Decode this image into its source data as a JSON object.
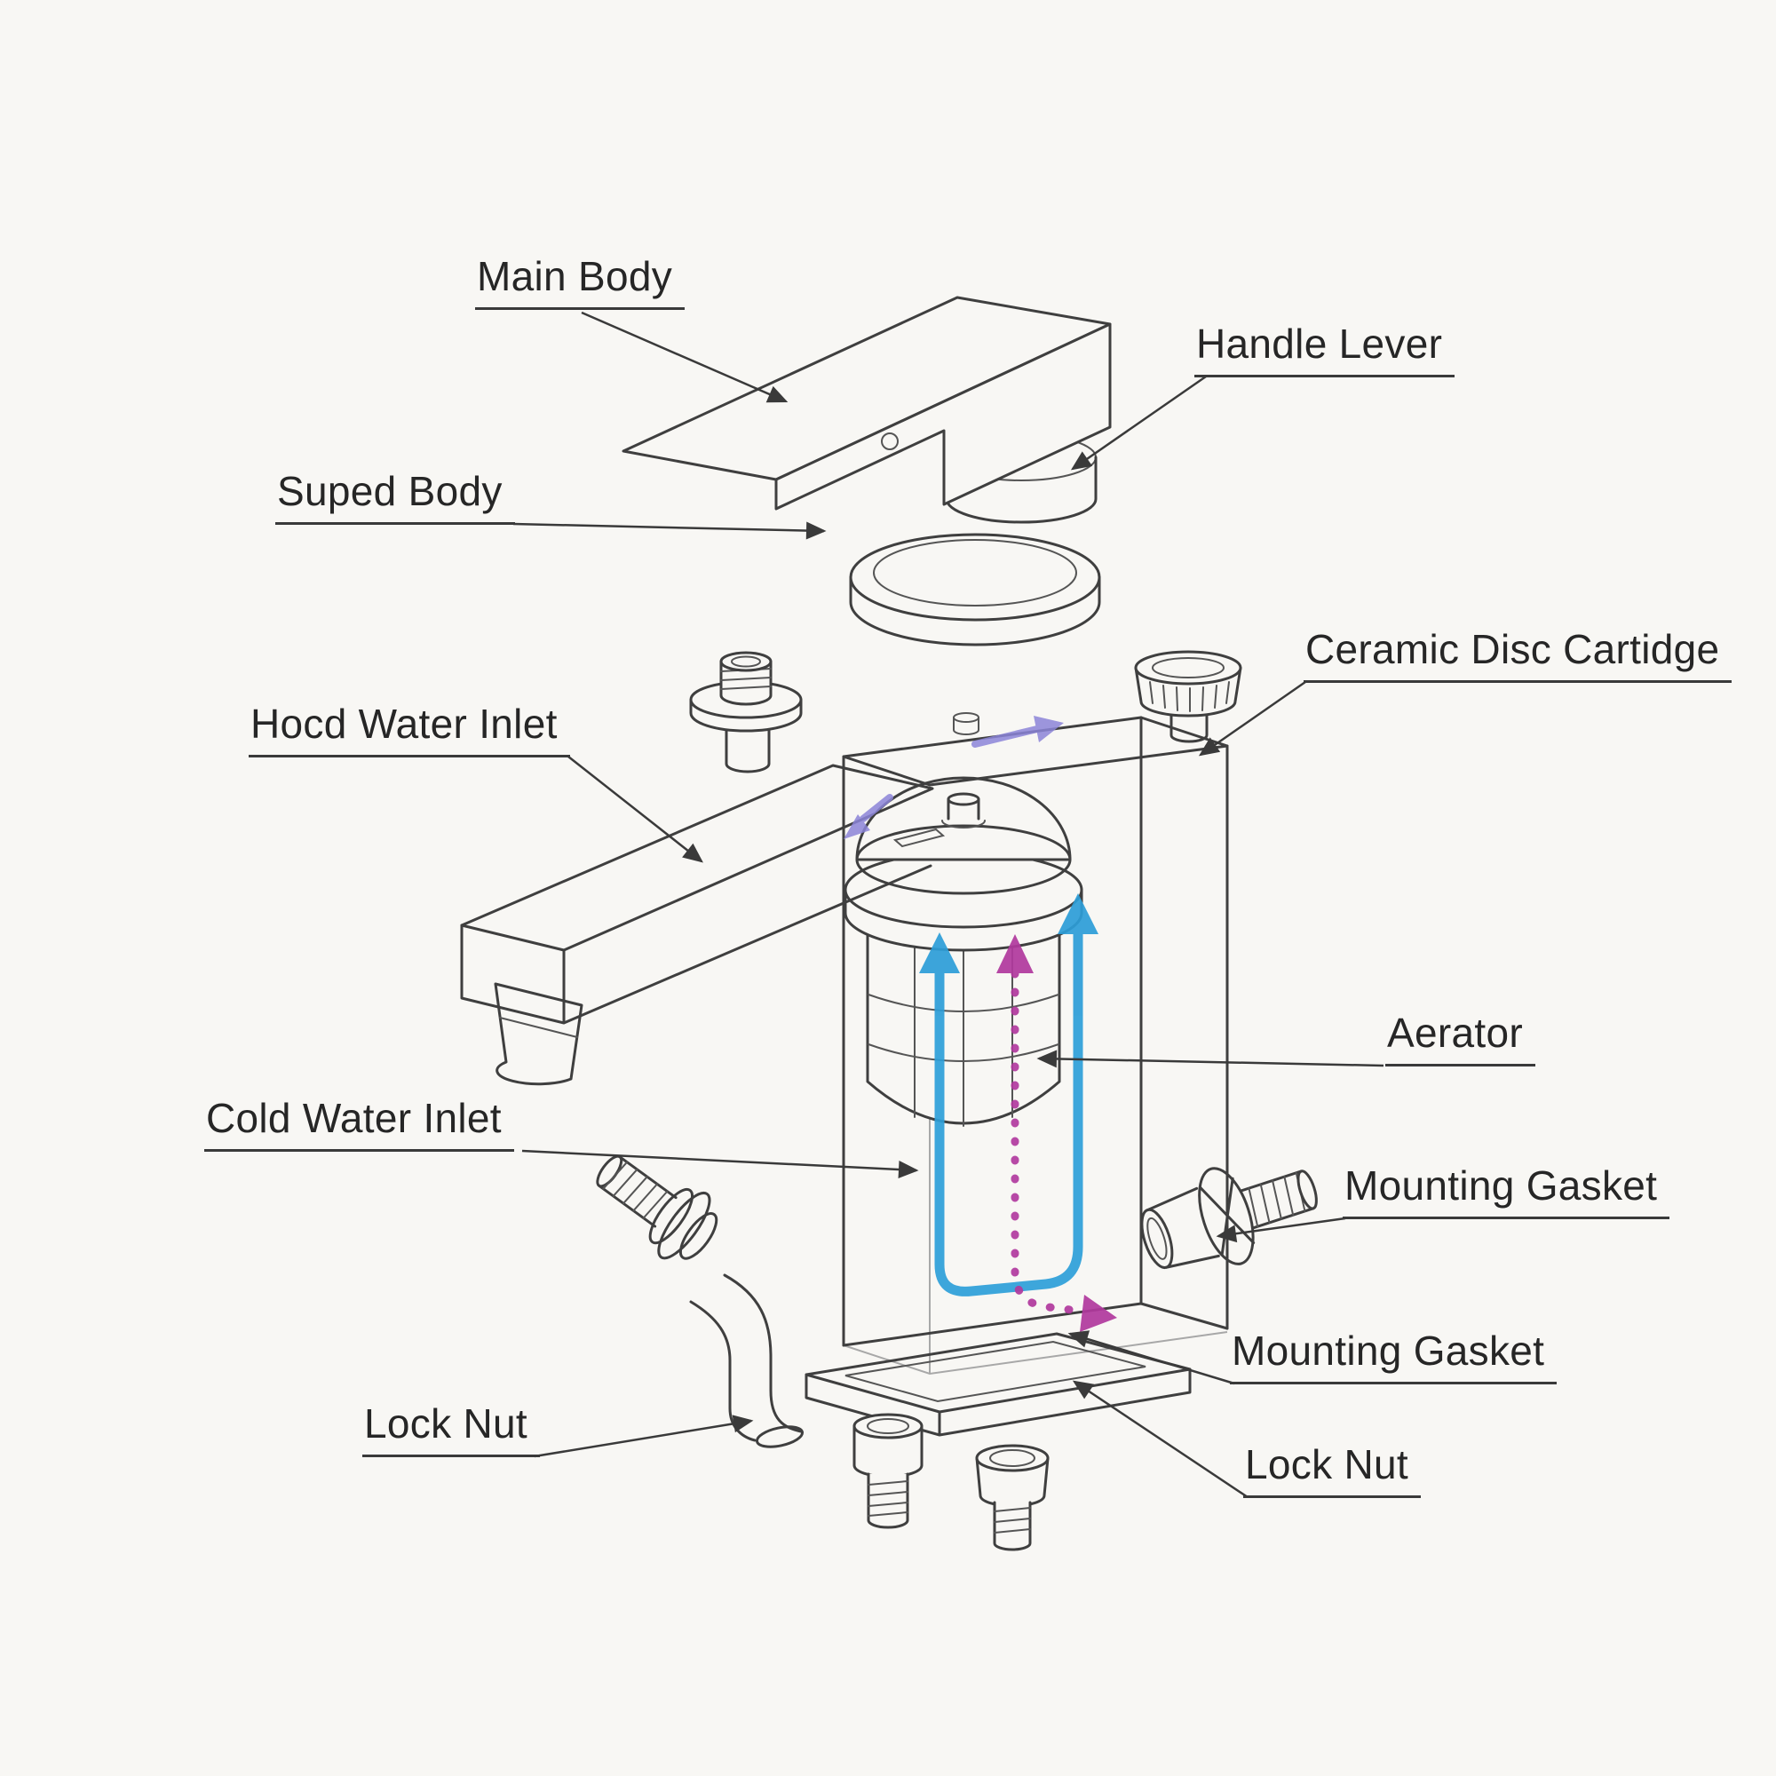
{
  "diagram": {
    "type": "exploded-parts-diagram",
    "subject": "Single-handle faucet exploded view with internal water-flow arrows",
    "labels": {
      "main_body": "Main Body",
      "handle_lever": "Handle Lever",
      "suped_body": "Suped Body",
      "ceramic_disc_cartridge": "Ceramic Disc Cartidge",
      "hot_water_inlet": "Hocd Water Inlet",
      "aerator": "Aerator",
      "cold_water_inlet": "Cold Water Inlet",
      "mounting_gasket_right": "Mounting Gasket",
      "mounting_gasket_lower": "Mounting Gasket",
      "lock_nut_left": "Lock Nut",
      "lock_nut_right": "Lock Nut"
    },
    "colors": {
      "background": "#f8f7f4",
      "line": "#3f3f3f",
      "cold_water_arrow": "#2d9ed8",
      "hot_water_arrow": "#b1399e",
      "lever_motion_arrow": "#8c85d8"
    }
  }
}
